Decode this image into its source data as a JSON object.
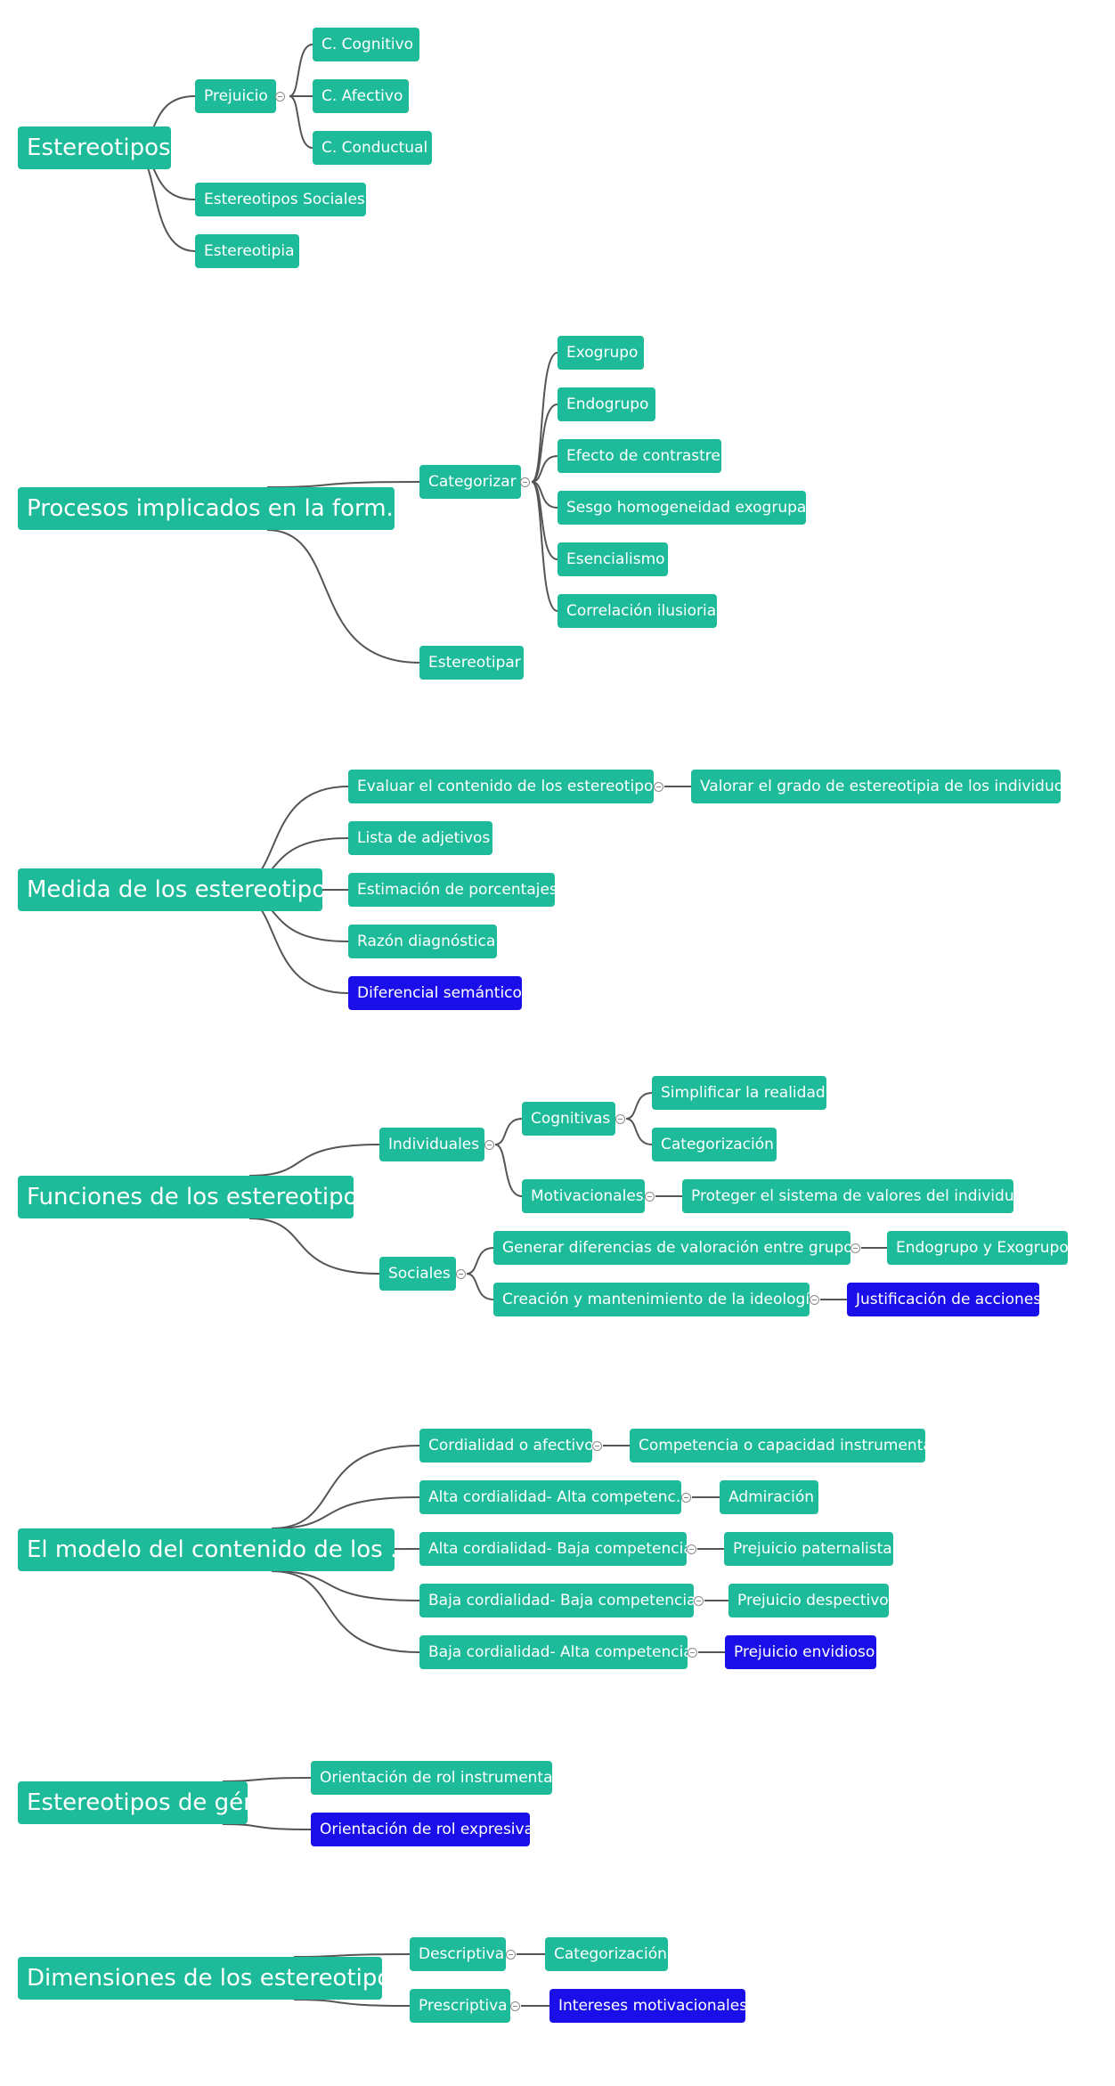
{
  "colors": {
    "node": "#1dbb99",
    "highlight": "#1a0fe8",
    "link": "#555555"
  },
  "maps": {
    "m1": {
      "root": "Estereotipos",
      "prejuicio": "Prejuicio",
      "cognitivo": "C. Cognitivo",
      "afectivo": "C. Afectivo",
      "conductual": "C. Conductual",
      "sociales": "Estereotipos Sociales",
      "estereotipia": "Estereotipia"
    },
    "m2": {
      "root": "Procesos implicados en la form...",
      "categorizar": "Categorizar",
      "exogrupo": "Exogrupo",
      "endogrupo": "Endogrupo",
      "contraste": "Efecto de contrastre",
      "sesgo": "Sesgo homogeneidad exogrupal",
      "esencialismo": "Esencialismo",
      "correlacion": "Correlación ilusioria",
      "estereotipar": "Estereotipar"
    },
    "m3": {
      "root": "Medida de los estereotipos",
      "evaluar": "Evaluar el contenido de los estereotipos",
      "valorar": "Valorar el grado de estereotipia de los individuos",
      "adjetivos": "Lista de adjetivos",
      "porcentajes": "Estimación de porcentajes",
      "razon": "Razón diagnóstica",
      "diferencial": "Diferencial semántico"
    },
    "m4": {
      "root": "Funciones de los estereotipos",
      "individuales": "Individuales",
      "cognitivas": "Cognitivas",
      "simplificar": "Simplificar la realidad",
      "categorizacion": "Categorización",
      "motivacionales": "Motivacionales",
      "proteger": "Proteger el sistema de valores del individuo",
      "sociales": "Sociales",
      "generar": "Generar diferencias de valoración entre grupos",
      "endoexo": "Endogrupo y Exogrupo",
      "creacion": "Creación y mantenimiento de la ideología",
      "justificacion": "Justificación de acciones"
    },
    "m5": {
      "root": "El modelo del contenido de los ...",
      "cordialidad": "Cordialidad o afectivo",
      "competencia": "Competencia o capacidad instrumental",
      "altaalta": "Alta cordialidad- Alta competenc...",
      "admiracion": "Admiración",
      "altabaja": "Alta cordialidad- Baja competencia",
      "paternalista": "Prejuicio paternalista",
      "bajabaja": "Baja cordialidad- Baja competencia",
      "despectivo": "Prejuicio despectivo",
      "bajaalta": "Baja cordialidad- Alta competencia",
      "envidioso": "Prejuicio envidioso"
    },
    "m6": {
      "root": "Estereotipos de género",
      "instrumental": "Orientación de rol instrumental",
      "expresiva": "Orientación de rol expresiva"
    },
    "m7": {
      "root": "Dimensiones de los estereotipos",
      "descriptiva": "Descriptiva",
      "categorizacion": "Categorización",
      "prescriptiva": "Prescriptiva",
      "intereses": "Intereses motivacionales"
    }
  }
}
